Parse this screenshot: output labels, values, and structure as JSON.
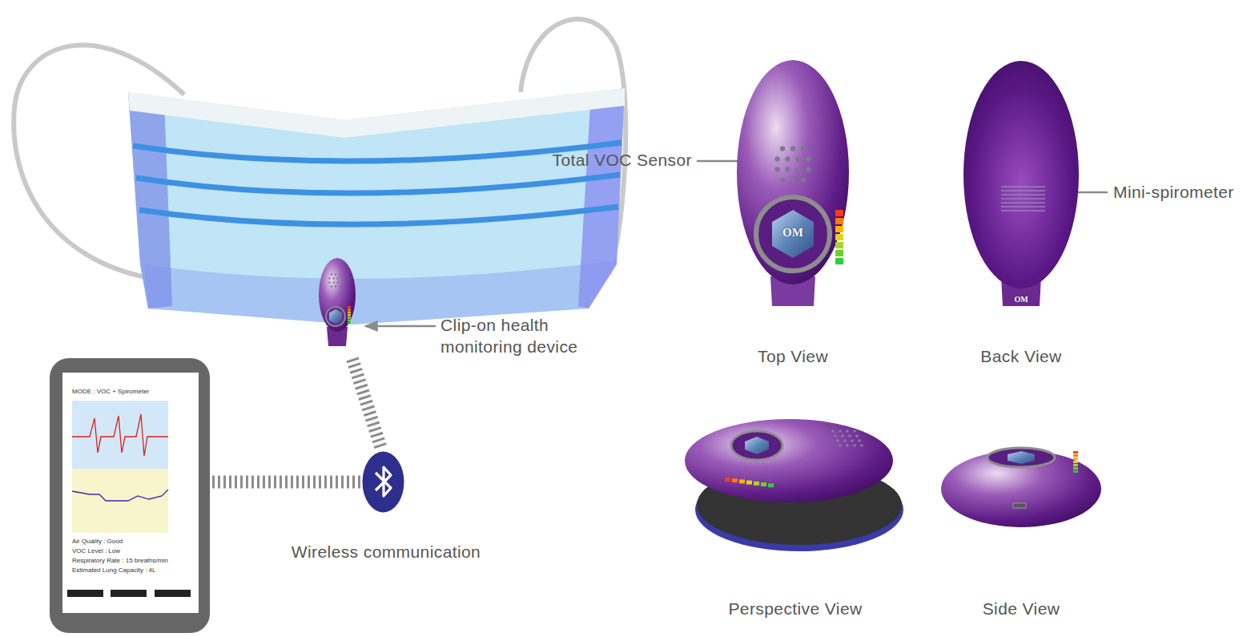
{
  "diagram": {
    "nodes": [
      {
        "text": [
          "Wireless communication"
        ]
      },
      {
        "text": [
          "MODE : VOC + Spirometer",
          "Air Quality : Good",
          "VOC Level : Low",
          "Respiratory Rate : 15 breaths/min",
          "Estimated Lung Capacity : 4L"
        ]
      }
    ],
    "edges": [
      {
        "from": 0,
        "to": 1,
        "arrow": "none"
      }
    ],
    "labels": [
      "Total VOC Sensor",
      "Mini-spirometer",
      "Clip-on health monitoring device",
      "OM",
      "OM",
      "Top View",
      "Back View",
      "Perspective View",
      "Side View"
    ]
  }
}
